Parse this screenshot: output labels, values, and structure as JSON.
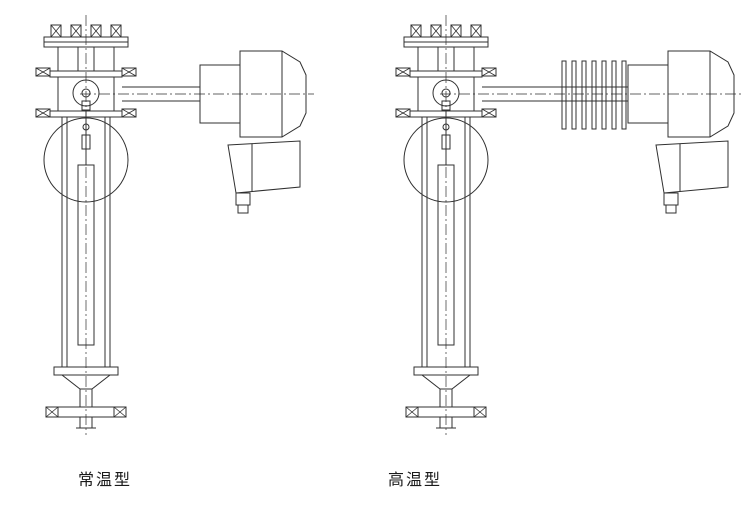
{
  "page": {
    "kind": "technical-line-drawing"
  },
  "colors": {
    "line": "#303030",
    "background": "#ffffff"
  },
  "figures": [
    {
      "id": "normal-temp",
      "label": "常温型",
      "variant": "standard",
      "drawing": "displacer-level-instrument"
    },
    {
      "id": "high-temp",
      "label": "高温型",
      "variant": "with-cooling-fins",
      "drawing": "displacer-level-instrument"
    }
  ]
}
